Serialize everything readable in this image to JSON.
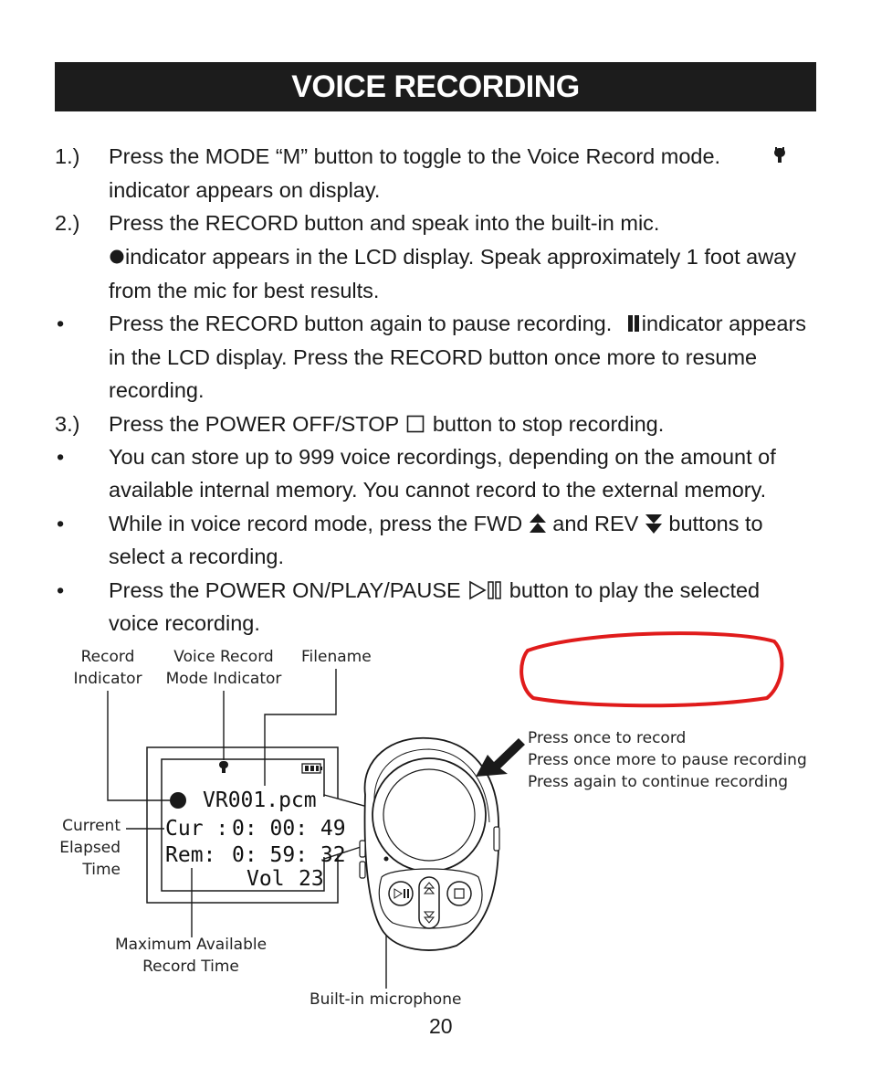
{
  "header": {
    "title": "VOICE RECORDING"
  },
  "steps": {
    "s1_num": "1.)",
    "s1_a": "Press the MODE “M” button to toggle to the Voice Record mode.",
    "s1_b": "indicator appears on display.",
    "s2_num": "2.)",
    "s2_a": "Press the RECORD button and speak into the built-in mic.",
    "s2_b": "indicator appears in the LCD display. Speak approximately 1 foot away",
    "s2_c": "from the mic for best results.",
    "b1_bullet": "•",
    "b1_a1": "Press the RECORD button again to pause recording.",
    "b1_a2": "indicator appears",
    "b1_b": "in the LCD display. Press the RECORD button once more to resume",
    "b1_c": "recording.",
    "s3_num": "3.)",
    "s3_a1": "Press the POWER OFF/STOP",
    "s3_a2": "button to stop recording.",
    "b2_bullet": "•",
    "b2_a": "You can store up to 999 voice recordings, depending on the amount of",
    "b2_b": "available internal memory.  You cannot record to the external memory.",
    "b3_bullet": "•",
    "b3_a1": "While in voice record mode, press the FWD",
    "b3_a2": "and REV",
    "b3_a3": "buttons to",
    "b3_b": "select a recording.",
    "b4_bullet": "•",
    "b4_a1": "Press the POWER ON/PLAY/PAUSE",
    "b4_a2": "button to play the selected",
    "b4_b": "voice recording."
  },
  "diagram": {
    "label_record_indicator_1": "Record",
    "label_record_indicator_2": "Indicator",
    "label_mode_indicator_1": "Voice Record",
    "label_mode_indicator_2": "Mode Indicator",
    "label_filename": "Filename",
    "label_current_1": "Current",
    "label_current_2": "Elapsed",
    "label_current_3": "Time",
    "label_max_1": "Maximum Available",
    "label_max_2": "Record Time",
    "label_mic": "Built-in microphone",
    "label_press_1": "Press once to record",
    "label_press_2": "Press once more to pause recording",
    "label_press_3": "Press again to continue recording",
    "lcd_filename": "VR001.pcm",
    "lcd_cur_label": "Cur :",
    "lcd_cur_value": "0: 00: 49",
    "lcd_rem_label": "Rem:",
    "lcd_rem_value": "0: 59: 32",
    "lcd_vol_label": "Vol",
    "lcd_vol_value": "23"
  },
  "footer": {
    "page_number": "20"
  },
  "colors": {
    "title_bg": "#1c1c1c",
    "highlight": "#e01b1b"
  },
  "icons": [
    "microphone-icon",
    "record-dot-icon",
    "pause-icon",
    "stop-icon",
    "fwd-icon",
    "rev-icon",
    "play-pause-icon",
    "battery-icon"
  ]
}
